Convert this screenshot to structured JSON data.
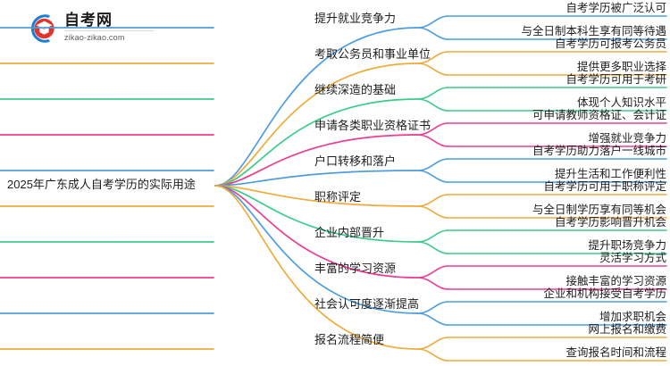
{
  "logo": {
    "name": "zikao-logo",
    "title": "自考网",
    "domain": "zikao-zikao.com"
  },
  "mindmap": {
    "root": {
      "label": "2025年广东成人自考学历的实际用途"
    },
    "palette": {
      "blue": "#4d9de0",
      "orange": "#efab3a",
      "green": "#3dcc8e",
      "pink": "#ee3d8f"
    },
    "branches": [
      {
        "label": "提升就业竞争力",
        "color": "#4d9de0",
        "leaves": [
          {
            "label": "自考学历被广泛认可"
          },
          {
            "label": "与全日制本科生享有同等待遇"
          }
        ]
      },
      {
        "label": "考取公务员和事业单位",
        "color": "#efab3a",
        "leaves": [
          {
            "label": "自考学历可报考公务员"
          },
          {
            "label": "提供更多职业选择"
          }
        ]
      },
      {
        "label": "继续深造的基础",
        "color": "#3dcc8e",
        "leaves": [
          {
            "label": "自考学历可用于考研"
          },
          {
            "label": "体现个人知识水平"
          }
        ]
      },
      {
        "label": "申请各类职业资格证书",
        "color": "#ee3d8f",
        "leaves": [
          {
            "label": "可申请教师资格证、会计证"
          },
          {
            "label": "增强就业竞争力"
          }
        ]
      },
      {
        "label": "户口转移和落户",
        "color": "#4d9de0",
        "leaves": [
          {
            "label": "自考学历助力落户一线城市"
          },
          {
            "label": "提升生活和工作便利性"
          }
        ]
      },
      {
        "label": "职称评定",
        "color": "#efab3a",
        "leaves": [
          {
            "label": "自考学历可用于职称评定"
          },
          {
            "label": "与全日制学历享有同等机会"
          }
        ]
      },
      {
        "label": "企业内部晋升",
        "color": "#3dcc8e",
        "leaves": [
          {
            "label": "自考学历影响晋升机会"
          },
          {
            "label": "提升职场竞争力"
          }
        ]
      },
      {
        "label": "丰富的学习资源",
        "color": "#ee3d8f",
        "leaves": [
          {
            "label": "灵活学习方式"
          },
          {
            "label": "接触丰富的学习资源"
          }
        ]
      },
      {
        "label": "社会认可度逐渐提高",
        "color": "#4d9de0",
        "leaves": [
          {
            "label": "企业和机构接受自考学历"
          },
          {
            "label": "增加求职机会"
          }
        ]
      },
      {
        "label": "报名流程简便",
        "color": "#efab3a",
        "leaves": [
          {
            "label": "网上报名和缴费"
          },
          {
            "label": "查询报名时间和流程"
          }
        ]
      }
    ]
  }
}
